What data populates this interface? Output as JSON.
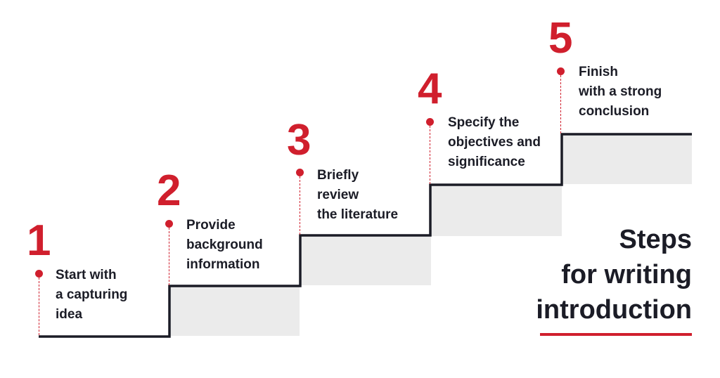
{
  "title": {
    "line1": "Steps",
    "line2": "for writing",
    "line3": "introduction"
  },
  "steps": [
    {
      "number": "1",
      "lines": [
        "Start with",
        "a capturing",
        "idea"
      ]
    },
    {
      "number": "2",
      "lines": [
        "Provide",
        "background",
        "information"
      ]
    },
    {
      "number": "3",
      "lines": [
        "Briefly",
        "review",
        "the literature"
      ]
    },
    {
      "number": "4",
      "lines": [
        "Specify the",
        "objectives and",
        "significance"
      ]
    },
    {
      "number": "5",
      "lines": [
        "Finish",
        "with a strong",
        "conclusion"
      ]
    }
  ],
  "colors": {
    "accent": "#d01f2d",
    "text": "#1b1c26",
    "riser_fill": "#ebebeb"
  }
}
